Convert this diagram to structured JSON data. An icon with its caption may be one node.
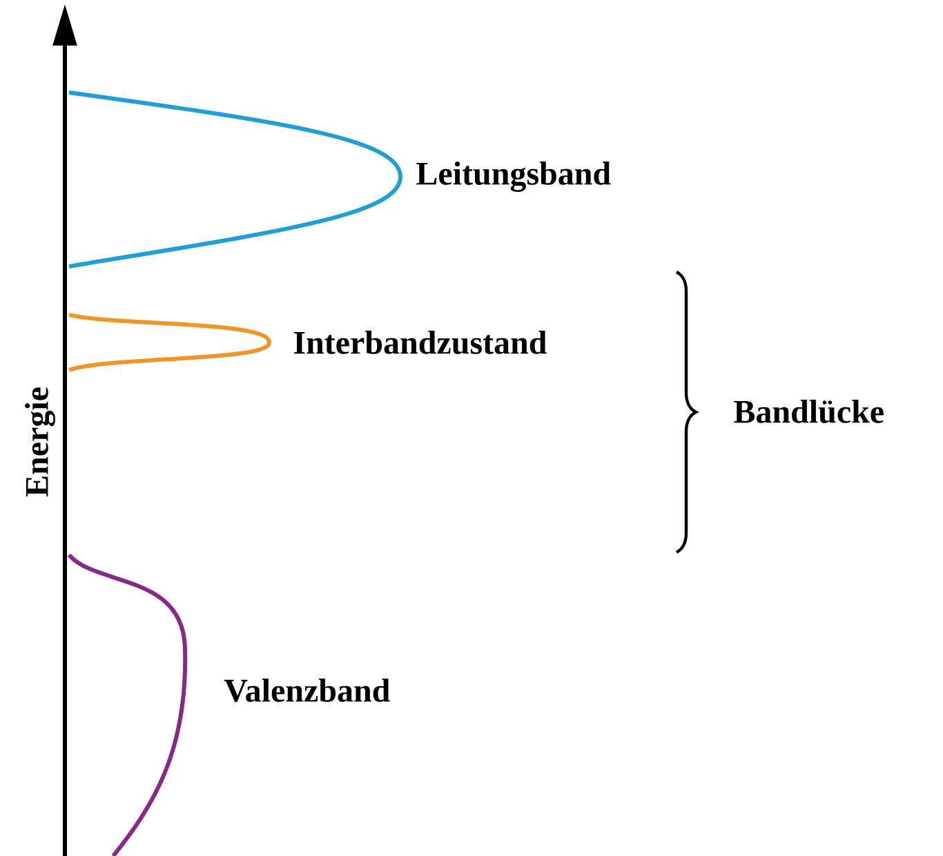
{
  "diagram": {
    "labels": [
      "Leitungsband",
      "Interbandzustand",
      "Bandlücke",
      "Valenzband",
      "Energie"
    ]
  }
}
